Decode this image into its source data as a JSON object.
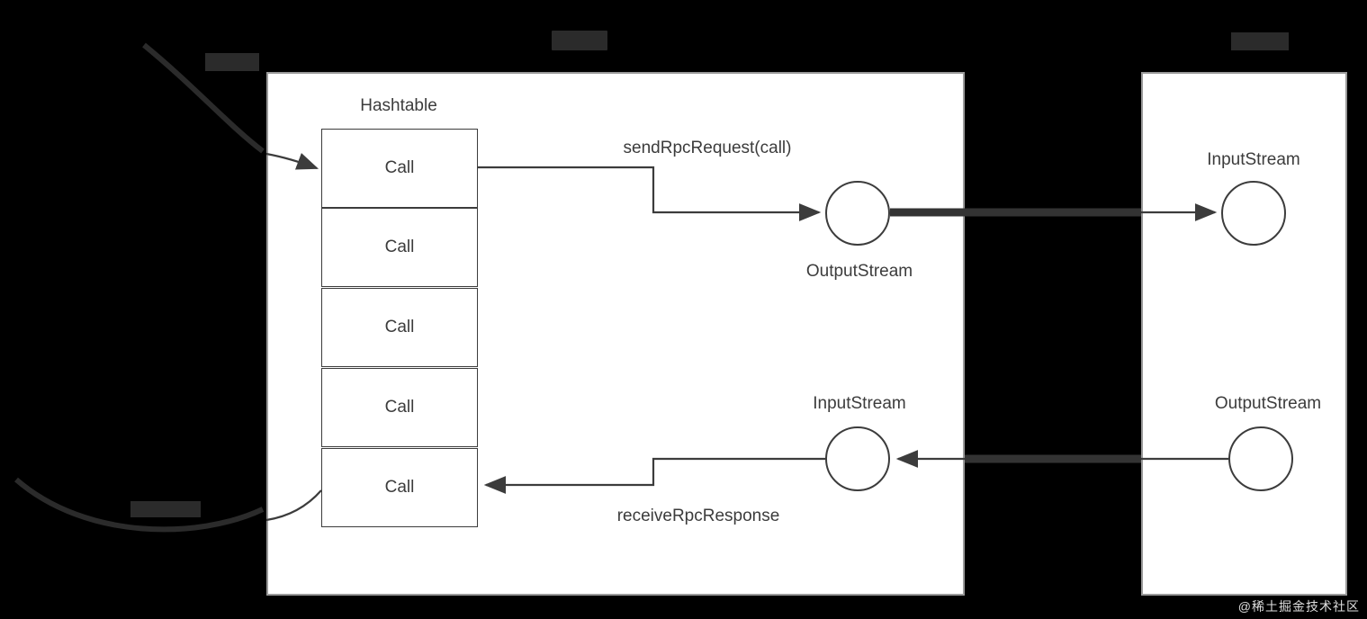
{
  "diagram": {
    "title_client": "",
    "title_server": "",
    "background": "#000000",
    "panel_fill": "#ffffff",
    "stroke": "#3c3c3c",
    "redacted_color": "#2b2b2b"
  },
  "annotations": {
    "top_note": "",
    "bottom_note": ""
  },
  "client": {
    "hashtable_label": "Hashtable",
    "calls": [
      {
        "label": "Call"
      },
      {
        "label": "Call"
      },
      {
        "label": "Call"
      },
      {
        "label": "Call"
      },
      {
        "label": "Call"
      }
    ],
    "send_label": "sendRpcRequest(call)",
    "receive_label": "receiveRpcResponse",
    "output_stream_label": "OutputStream",
    "input_stream_label": "InputStream"
  },
  "server": {
    "input_stream_label": "InputStream",
    "output_stream_label": "OutputStream"
  },
  "watermark": {
    "text": "@稀土掘金技术社区"
  }
}
